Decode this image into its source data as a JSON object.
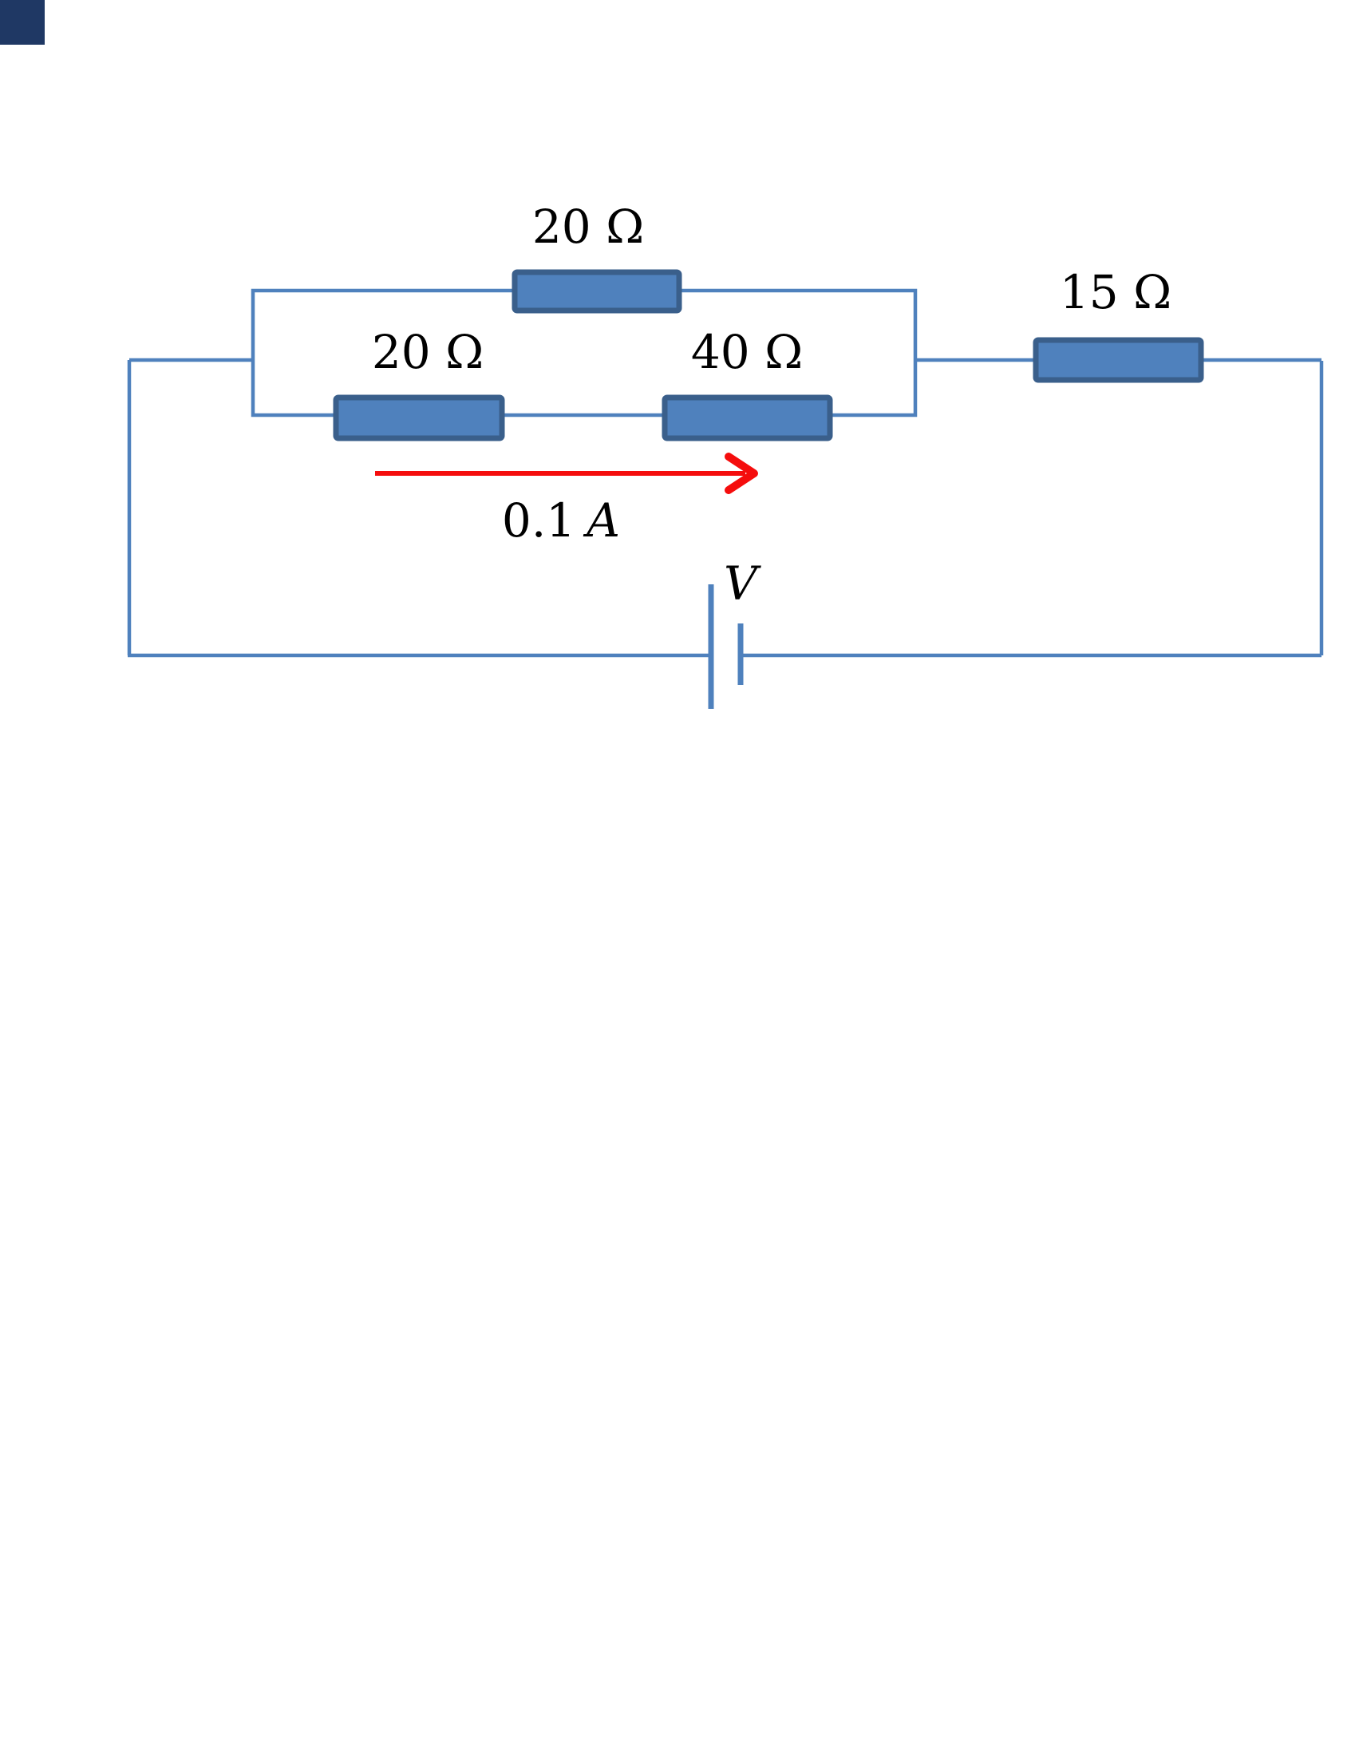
{
  "page": {
    "description": "Physics circuit diagram: two parallel branches (20 ohm on top; 20 ohm and 40 ohm in series on bottom) connected in series with a 15 ohm resistor and a battery V; current 0.1 A flows right through the lower branch",
    "background": "#ffffff"
  },
  "decor": {
    "corner_square_color": "#1f3864"
  },
  "circuit": {
    "resistors": [
      {
        "id": "top-branch-resistor",
        "label": "20 Ω"
      },
      {
        "id": "lower-branch-left-resistor",
        "label": "20 Ω"
      },
      {
        "id": "lower-branch-right-resistor",
        "label": "40 Ω"
      },
      {
        "id": "series-right-resistor",
        "label": "15 Ω"
      }
    ],
    "current": {
      "value": "0.1",
      "unit": "A",
      "direction": "right",
      "arrow_color": "#f50d0d"
    },
    "battery": {
      "label": "V"
    },
    "colors": {
      "wire": "#4f81bd",
      "resistor_fill": "#4f81bd",
      "resistor_border": "#3a5f8b",
      "text": "#000000"
    }
  }
}
